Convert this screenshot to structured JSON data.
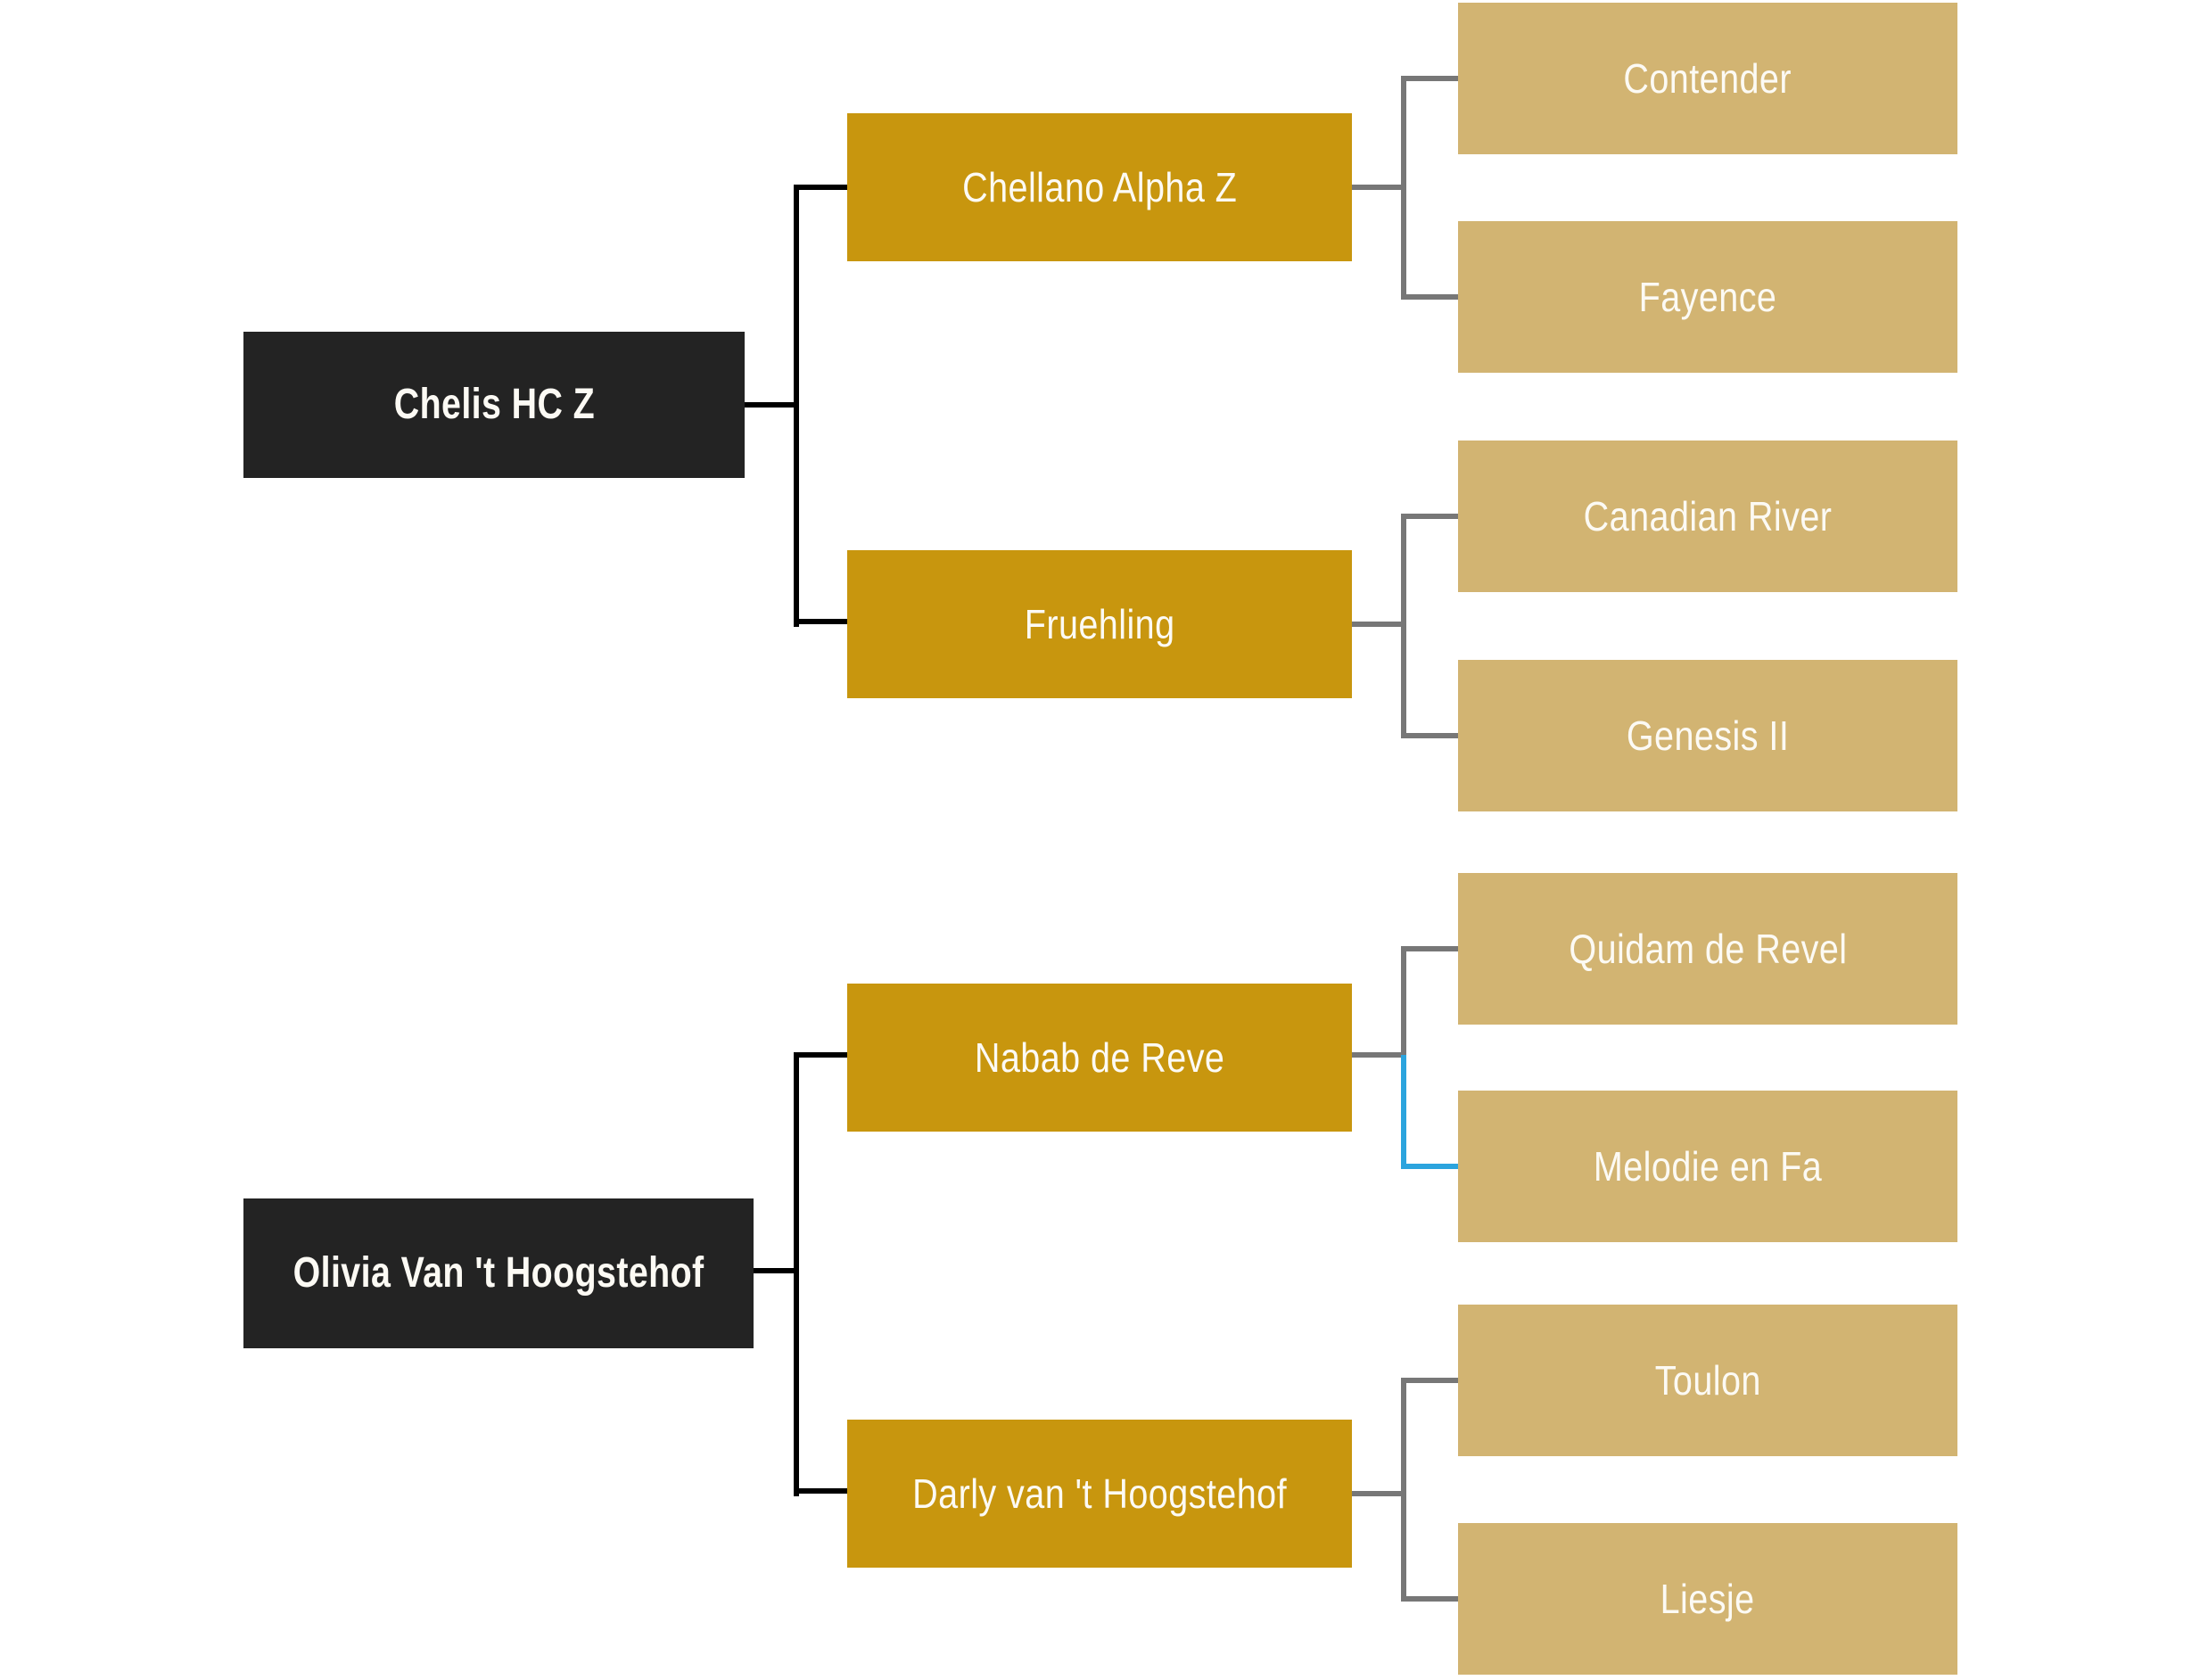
{
  "diagram_type": "horse-pedigree-tree",
  "pedigree": [
    {
      "subject": "Chelis HC Z",
      "parents": [
        {
          "name": "Chellano Alpha Z",
          "parents": [
            "Contender",
            "Fayence"
          ]
        },
        {
          "name": "Fruehling",
          "parents": [
            "Canadian River",
            "Genesis II"
          ]
        }
      ]
    },
    {
      "subject": "Olivia Van 't Hoogstehof",
      "parents": [
        {
          "name": "Nabab de Reve",
          "parents": [
            "Quidam de Revel",
            "Melodie en Fa"
          ]
        },
        {
          "name": "Darly van 't Hoogstehof",
          "parents": [
            "Toulon",
            "Liesje"
          ]
        }
      ]
    }
  ],
  "highlight": {
    "edge": "Nabab de Reve to Melodie en Fa",
    "color": "#2BA4DE"
  },
  "colors": {
    "generation1_box": "#232323",
    "generation2_box": "#C8960E",
    "generation3_box": "#D2B472",
    "box_text": "#FCFAF4",
    "connector_gen1": "#000000",
    "connector_gen2": "#777777",
    "connector_highlight": "#2BA4DE",
    "background": "#FFFFFF"
  }
}
